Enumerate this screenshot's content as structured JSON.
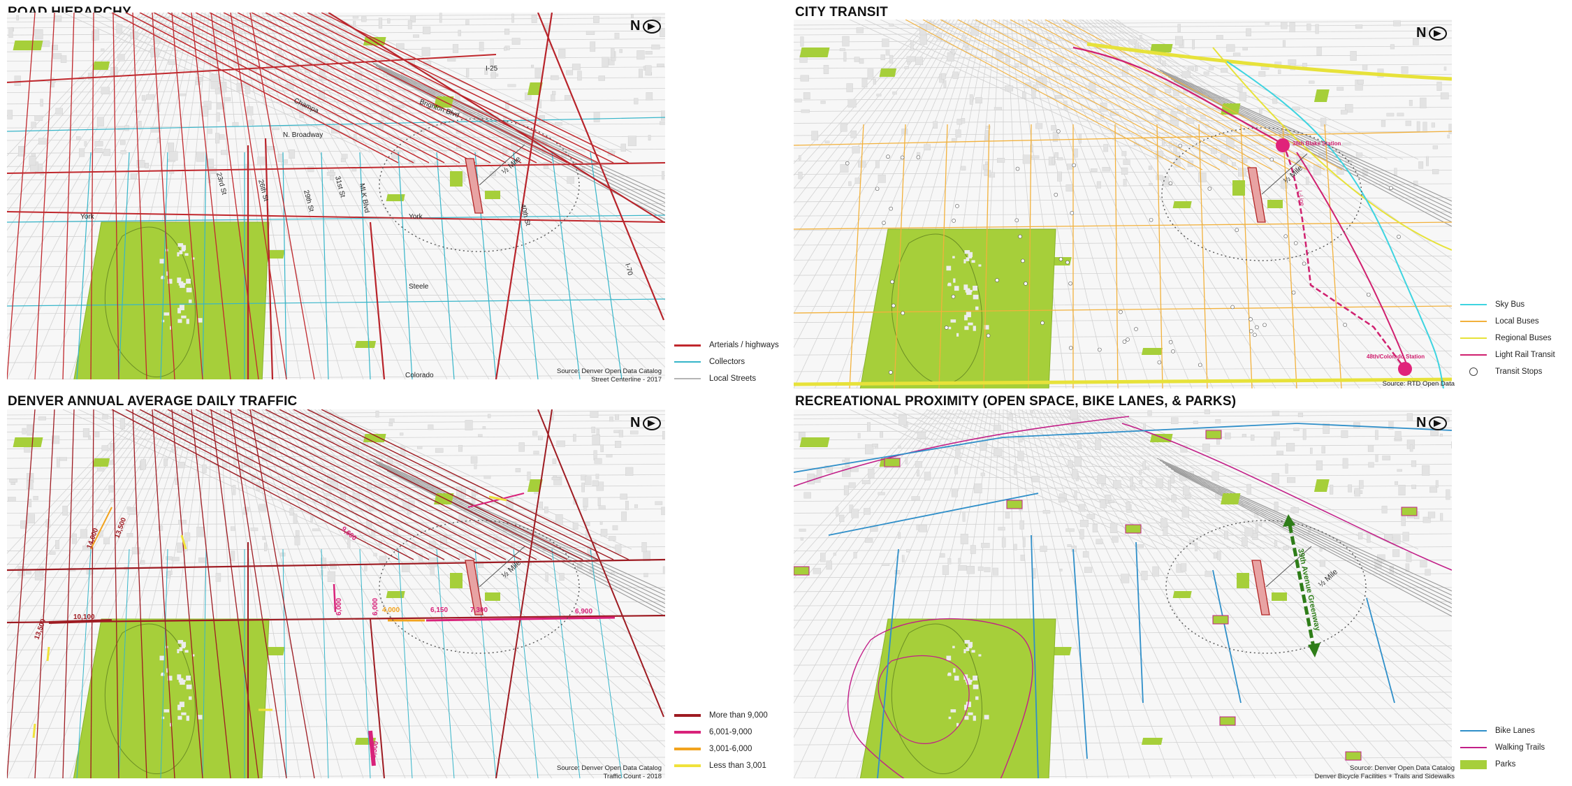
{
  "panels": {
    "road": {
      "title": "ROAD HIERARCHY",
      "north": "N",
      "source": [
        "Source: Denver Open Data Catalog",
        "Street Centerline - 2017"
      ],
      "street_labels": [
        "I-25",
        "Brighton Blvd",
        "Champa",
        "N. Broadway",
        "23rd St",
        "26th St",
        "29th St",
        "31st St",
        "MLK Blvd",
        "40th St",
        "York",
        "York",
        "Steele",
        "Colorado",
        "I-70"
      ],
      "radius_label": "½ Mile",
      "legend": [
        {
          "label": "Arterials / highways",
          "color": "#c0282d"
        },
        {
          "label": "Collectors",
          "color": "#36b5c9"
        },
        {
          "label": "Local Streets",
          "color": "#b4b4b4"
        }
      ]
    },
    "transit": {
      "title": "CITY TRANSIT",
      "north": "N",
      "source": [
        "Source: RTD Open Data"
      ],
      "stations": [
        "38th Blake Station",
        "48th/Colorado Station"
      ],
      "line_label": "L-Line",
      "radius_label": "½ Mile",
      "legend": [
        {
          "label": "Sky Bus",
          "color": "#3fd4e0",
          "kind": "line"
        },
        {
          "label": "Local Buses",
          "color": "#f2b13c",
          "kind": "line"
        },
        {
          "label": "Regional Buses",
          "color": "#e7e23a",
          "kind": "line"
        },
        {
          "label": "Light Rail Transit",
          "color": "#d0206f",
          "kind": "line"
        },
        {
          "label": "Transit Stops",
          "color": "#ffffff",
          "kind": "circle"
        }
      ]
    },
    "traffic": {
      "title": "DENVER ANNUAL AVERAGE DAILY TRAFFIC",
      "north": "N",
      "source": [
        "Source: Denver Open Data Catalog",
        "Traffic Count - 2018"
      ],
      "counts": [
        "13,500",
        "10,100",
        "14,000",
        "13,500",
        "6,000",
        "6,000",
        "4,000",
        "6,150",
        "7,300",
        "6,900",
        "8,500",
        "9,600"
      ],
      "radius_label": "½ Mile",
      "legend": [
        {
          "label": "More than 9,000",
          "color": "#9e1b22"
        },
        {
          "label": "6,001-9,000",
          "color": "#d8227a"
        },
        {
          "label": "3,001-6,000",
          "color": "#f2a31e"
        },
        {
          "label": "Less than 3,001",
          "color": "#f0e23b"
        }
      ]
    },
    "recreation": {
      "title": "RECREATIONAL PROXIMITY (OPEN SPACE, BIKE LANES, & PARKS)",
      "north": "N",
      "source": [
        "Source: Denver Open Data Catalog",
        "Denver Bicycle Facilities + Trails and Sidewalks"
      ],
      "greenway_label": "39th Avenue Greenway",
      "radius_label": "½ Mile",
      "legend": [
        {
          "label": "Bike Lanes",
          "color": "#2f8fc9",
          "kind": "line"
        },
        {
          "label": "Walking Trails",
          "color": "#c21f88",
          "kind": "line"
        },
        {
          "label": "Parks",
          "color": "#a6cf3a",
          "kind": "box"
        }
      ]
    }
  }
}
